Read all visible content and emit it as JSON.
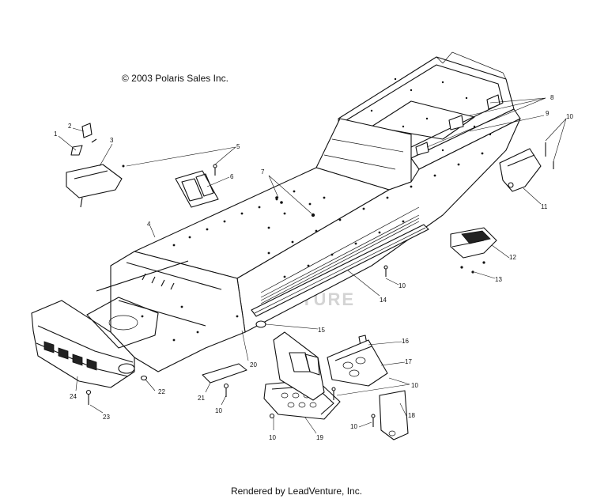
{
  "copyright": "© 2003 Polaris Sales Inc.",
  "footer": "Rendered by LeadVenture, Inc.",
  "watermark": "LEADVENTURE",
  "callouts": [
    {
      "id": "c1",
      "label": "1"
    },
    {
      "id": "c2",
      "label": "2"
    },
    {
      "id": "c3",
      "label": "3"
    },
    {
      "id": "c4",
      "label": "4"
    },
    {
      "id": "c5",
      "label": "5"
    },
    {
      "id": "c6",
      "label": "6"
    },
    {
      "id": "c7",
      "label": "7"
    },
    {
      "id": "c8",
      "label": "8"
    },
    {
      "id": "c9",
      "label": "9"
    },
    {
      "id": "c10a",
      "label": "10"
    },
    {
      "id": "c11",
      "label": "11"
    },
    {
      "id": "c12",
      "label": "12"
    },
    {
      "id": "c13",
      "label": "13"
    },
    {
      "id": "c10b",
      "label": "10"
    },
    {
      "id": "c14",
      "label": "14"
    },
    {
      "id": "c15",
      "label": "15"
    },
    {
      "id": "c16",
      "label": "16"
    },
    {
      "id": "c17",
      "label": "17"
    },
    {
      "id": "c10c",
      "label": "10"
    },
    {
      "id": "c18",
      "label": "18"
    },
    {
      "id": "c10d",
      "label": "10"
    },
    {
      "id": "c19",
      "label": "19"
    },
    {
      "id": "c10e",
      "label": "10"
    },
    {
      "id": "c20",
      "label": "20"
    },
    {
      "id": "c21",
      "label": "21"
    },
    {
      "id": "c10f",
      "label": "10"
    },
    {
      "id": "c22",
      "label": "22"
    },
    {
      "id": "c24",
      "label": "24"
    },
    {
      "id": "c23",
      "label": "23"
    }
  ]
}
